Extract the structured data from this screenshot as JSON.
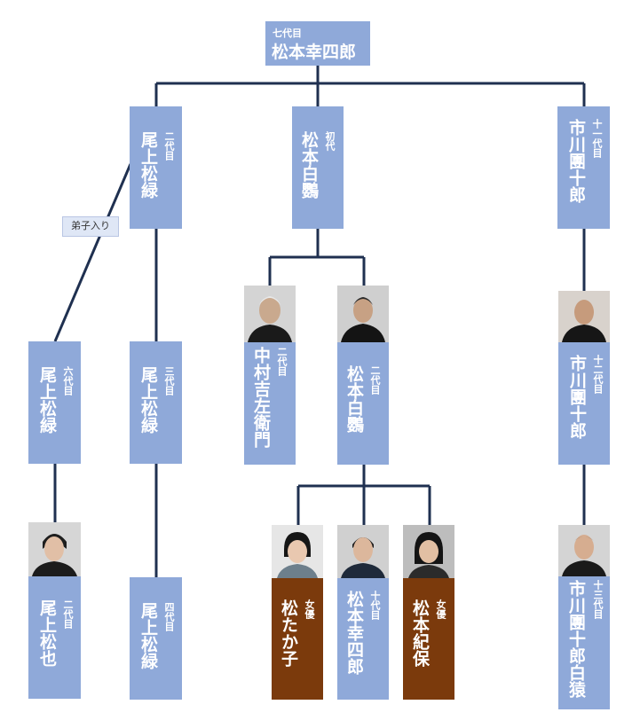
{
  "root": {
    "generation": "七代目",
    "name": "松本幸四郎"
  },
  "note": "弟子入り",
  "people": {
    "onoe_shoroku_2": {
      "generation": "二代目",
      "name": "尾上松緑"
    },
    "matsumoto_hakuo_1": {
      "generation": "初代",
      "name": "松本白鸚"
    },
    "ichikawa_danjuro_11": {
      "generation": "十一代目",
      "name": "市川團十郎"
    },
    "onoe_shoroku_6": {
      "generation": "六代目",
      "name": "尾上松緑"
    },
    "onoe_shoroku_3": {
      "generation": "三代目",
      "name": "尾上松緑"
    },
    "nakamura_kichiemon_2": {
      "generation": "二代目",
      "name": "中村吉左衛門"
    },
    "matsumoto_hakuo_2": {
      "generation": "二代目",
      "name": "松本白鸚"
    },
    "ichikawa_danjuro_12": {
      "generation": "十二代目",
      "name": "市川團十郎"
    },
    "onoe_shoya_2": {
      "generation": "二代目",
      "name": "尾上松也"
    },
    "onoe_shoroku_4": {
      "generation": "四代目",
      "name": "尾上松緑"
    },
    "matsu_takako": {
      "generation": "女優",
      "name": "松たか子"
    },
    "matsumoto_koshiro_10": {
      "generation": "十代目",
      "name": "松本幸四郎"
    },
    "matsumoto_kiho": {
      "generation": "女優",
      "name": "松本紀保"
    },
    "ichikawa_danjuro_13": {
      "generation": "十三代目",
      "name": "市川團十郎白猿"
    }
  },
  "colors": {
    "box": "#8fa9d9",
    "actress_box": "#7b3a0c",
    "line": "#1f3050"
  }
}
